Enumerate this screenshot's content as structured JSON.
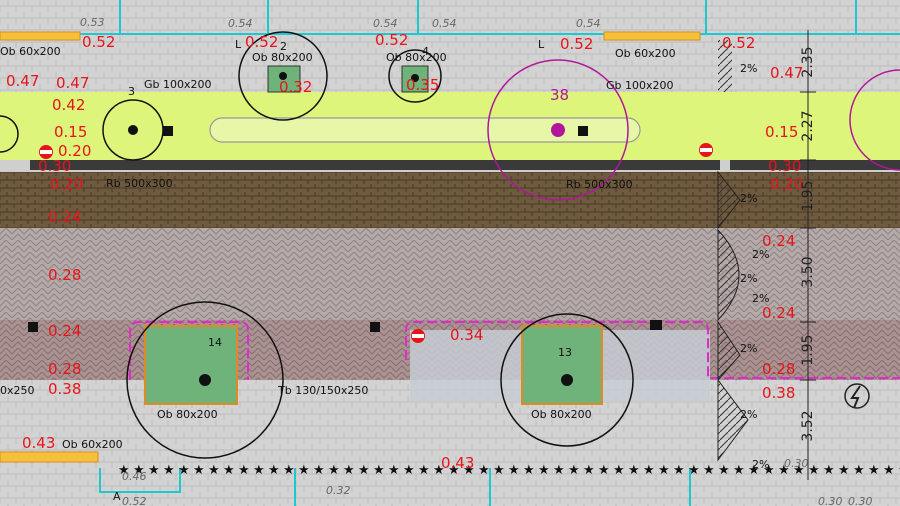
{
  "colors": {
    "paving": "#d3d3d3",
    "green_strip": "#dcf57a",
    "brick_dark": "#6e5a3e",
    "herringbone": "#b5aaa9",
    "tree_pit": "#6fb27a",
    "parking": "#c6cdd3",
    "elevation": "#e8141a",
    "property_line": "#1ec8d0",
    "accent_magenta": "#b0179a",
    "curb_orange": "#e08a22"
  },
  "elevations_red": {
    "e1": "0.52",
    "e2": "0.52",
    "e3": "0.52",
    "e4": "0.52",
    "e5": "0.52",
    "e6": "0.47",
    "e7": "0.47",
    "e8": "0.47",
    "e9": "0.42",
    "e10": "0.32",
    "e11": "0.35",
    "e12": "0.15",
    "e13": "0.15",
    "e14": "0.20",
    "e15": "0.30",
    "e16": "0.20",
    "e17": "0.30",
    "e18": "0.20",
    "e19": "0.24",
    "e20": "0.24",
    "e21": "0.28",
    "e22": "0.24",
    "e23": "0.24",
    "e24": "0.34",
    "e25": "0.28",
    "e26": "0.28",
    "e27": "0.38",
    "e28": "0.38",
    "e29": "0.43",
    "e30": "0.43"
  },
  "elevations_grey": {
    "g1": "0.53",
    "g2": "0.54",
    "g3": "0.54",
    "g4": "0.54",
    "g5": "0.54",
    "g6": "0.46",
    "g7": "0.32",
    "g8": "0.30",
    "g9": "0.52",
    "g10": "0.30",
    "g11": "0.30"
  },
  "labels": {
    "ob_60x200_a": "Ob 60x200",
    "ob_80x200_a": "Ob 80x200",
    "ob_80x200_b": "Ob 80x200",
    "ob_60x200_b": "Ob 60x200",
    "gb_100x200_a": "Gb 100x200",
    "gb_100x200_b": "Gb 100x200",
    "rb_500x300_a": "Rb 500x300",
    "rb_500x300_b": "Rb 500x300",
    "ob_80x200_c": "Ob 80x200",
    "ob_80x200_d": "Ob 80x200",
    "tb_130": "Tb 130/150x250",
    "ob_60x200_c": "Ob 60x200",
    "x250": "0x250"
  },
  "tree_numbers": {
    "t2": "2",
    "t3": "3",
    "t4": "4",
    "t38": "38",
    "t14": "14",
    "t13": "13"
  },
  "slopes": {
    "s1": "2%",
    "s2": "2%",
    "s3": "2%",
    "s4": "2%",
    "s5": "2%",
    "s6": "2%",
    "s7": "2%",
    "s8": "2%"
  },
  "dimensions": {
    "d1": "2.35",
    "d2": "2.27",
    "d3": "1.95",
    "d4": "3.50",
    "d5": "1.95",
    "d6": "3.52"
  },
  "markers": {
    "m1": "A",
    "m2": "L",
    "m3": "L"
  }
}
